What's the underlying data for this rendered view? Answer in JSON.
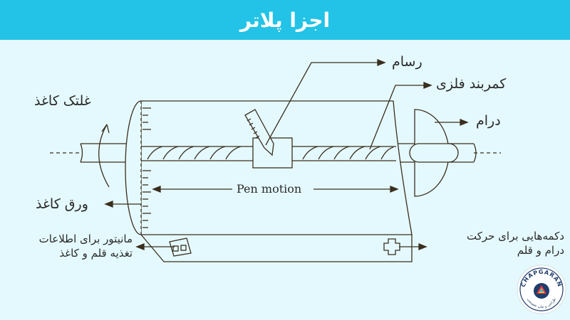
{
  "title": "اجزا پلاتر",
  "labels": {
    "pen": "رسام",
    "metal_belt": "کمربند فلزی",
    "drum": "درام",
    "paper_roller": "غلتک کاغذ",
    "paper_sheet": "ورق کاغذ",
    "pen_motion": "Pen motion",
    "monitor_line1": "مانیتور برای اطلاعات",
    "monitor_line2": "تغذیه قلم و کاغذ",
    "buttons_line1": "دکمه‌هایی برای حرکت",
    "buttons_line2": "درام و قلم"
  },
  "logo": {
    "name": "CHAPGARAN",
    "tagline": "طراحی و چاپ تخصصی"
  },
  "colors": {
    "header": "#22c3e6",
    "background": "#e4f9fd",
    "line": "#3a2e1e",
    "title_text": "#ffffff"
  }
}
